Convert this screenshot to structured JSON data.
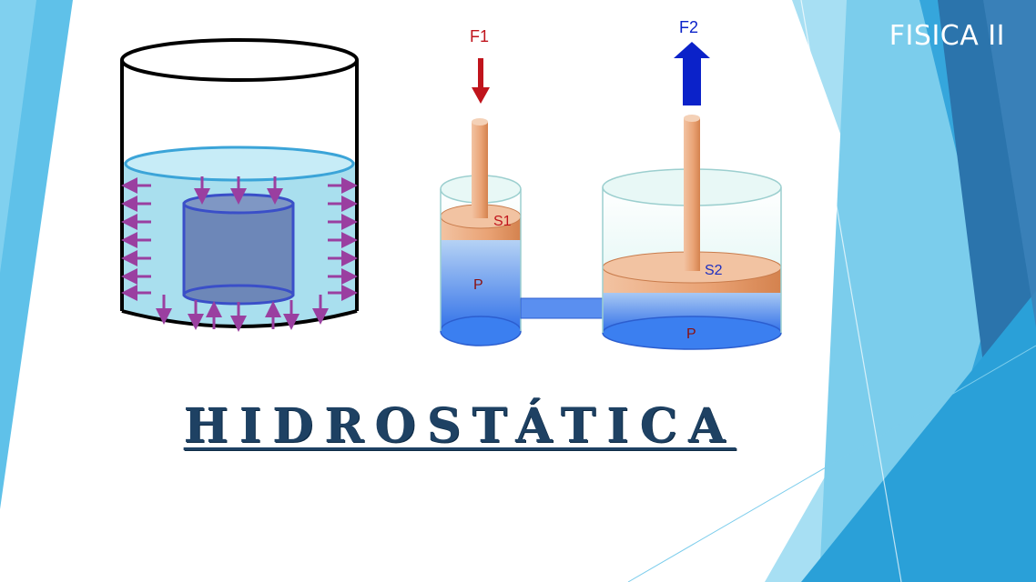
{
  "header": {
    "course_title": "FISICA II"
  },
  "title": {
    "text": "HIDROSTÁTICA"
  },
  "press": {
    "force_in_label": "F1",
    "force_out_label": "F2",
    "small_piston_label": "S1",
    "large_piston_label": "S2",
    "pressure_small_label": "P",
    "pressure_large_label": "P"
  },
  "colors": {
    "accent_dark": "#1e4163",
    "water": "#9fd9ec",
    "force_in": "#c0141c",
    "force_out": "#0b22c9",
    "arrow_pressure": "#9a3fa0",
    "piston": "#e9a274"
  }
}
